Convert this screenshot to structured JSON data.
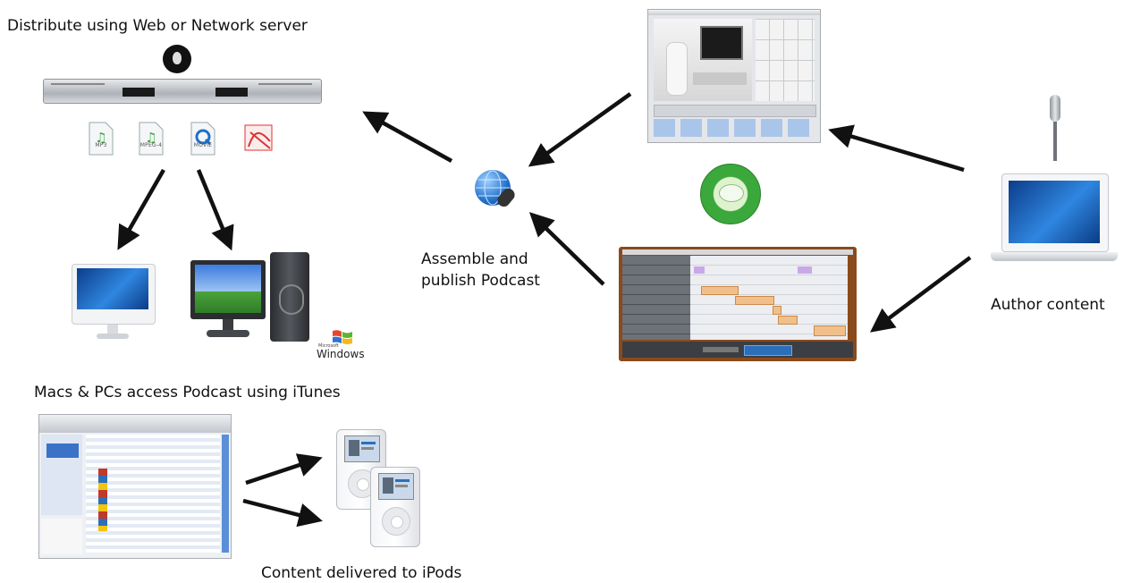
{
  "labels": {
    "distribute": "Distribute using Web or Network server",
    "assemble_line1": "Assemble and",
    "assemble_line2": "publish Podcast",
    "author": "Author content",
    "access": "Macs & PCs access Podcast using iTunes",
    "delivered": "Content delivered to iPods"
  },
  "file_types": [
    "MP3",
    "MPEG-4",
    "MOVIE",
    "PDF"
  ],
  "os_logo": {
    "small": "Microsoft",
    "word": "Windows"
  },
  "colors": {
    "arrow": "#111111",
    "server": "#b8bcc2",
    "mac_screen": "#1f6fc9",
    "xp_sky": "#3d7be0",
    "xp_grass": "#4aa33a",
    "garageband_wood": "#8a4a1c",
    "region_orange": "#f1c08a",
    "region_purple": "#c9a8e8",
    "cd_green": "#3aa83a"
  },
  "icons": [
    "server-icon",
    "podcast-globe-icon",
    "microphone-icon",
    "laptop-icon",
    "imac-icon",
    "pc-tower-icon",
    "ipod-icon",
    "cd-icon",
    "windows-logo-icon"
  ]
}
